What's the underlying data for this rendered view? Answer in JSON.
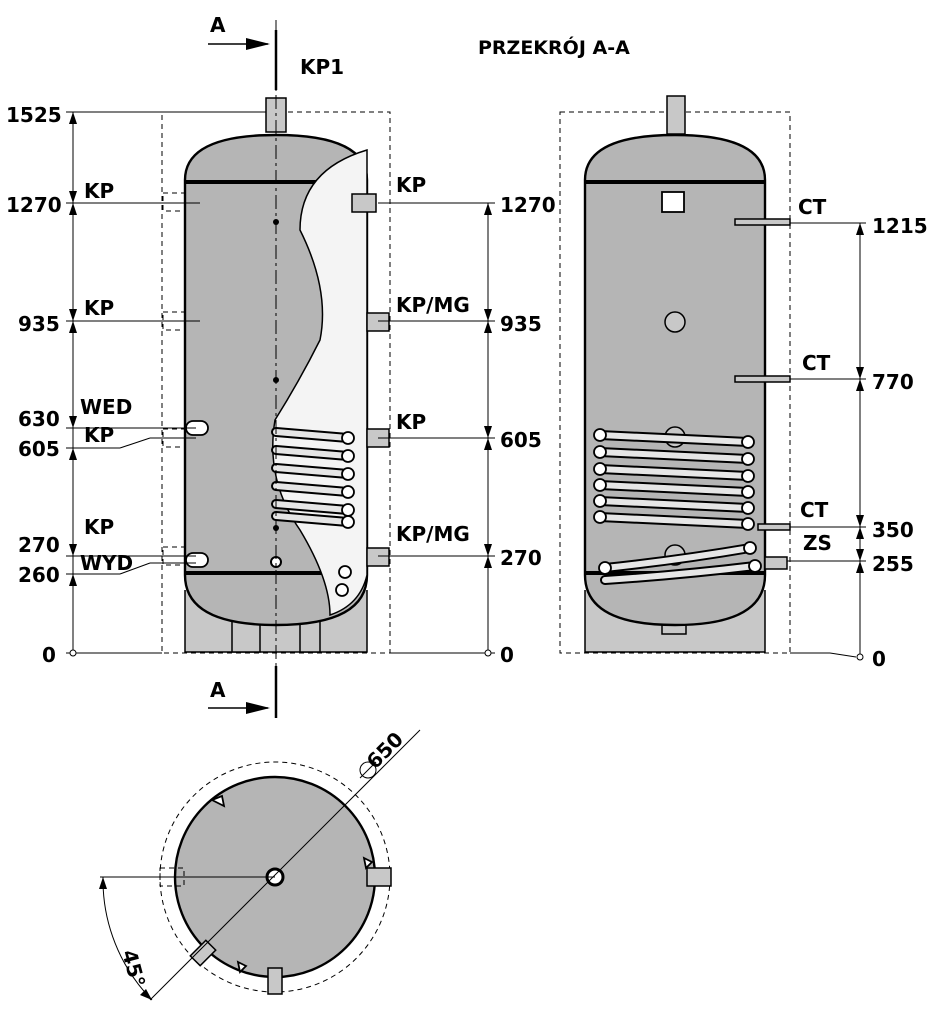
{
  "section_title": "PRZEKRÓJ A-A",
  "section_marker": "A",
  "left_view": {
    "top_label": "KP1",
    "left_dims": [
      "1525",
      "1270",
      "935",
      "630",
      "605",
      "270",
      "260",
      "0"
    ],
    "left_labels": [
      "KP",
      "KP",
      "WED",
      "KP",
      "KP",
      "WYD"
    ],
    "right_dims": [
      "1270",
      "935",
      "605",
      "270",
      "0"
    ],
    "right_labels": [
      "KP",
      "KP/MG",
      "KP",
      "KP/MG"
    ]
  },
  "right_view": {
    "labels": [
      "CT",
      "CT",
      "CT",
      "ZS"
    ],
    "dims": [
      "1215",
      "770",
      "350",
      "255",
      "0"
    ]
  },
  "top_view": {
    "diameter": "650",
    "angle": "45°"
  },
  "colors": {
    "tank_shell": "#b5b5b5",
    "line": "#000000",
    "background": "#ffffff"
  }
}
